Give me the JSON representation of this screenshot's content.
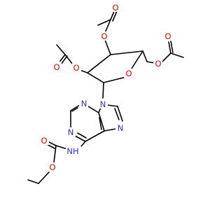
{
  "atom_labels": {
    "o_ester1_carbonyl": "O",
    "o_ester1_link": "O",
    "o_ester2_carbonyl": "O",
    "o_ester2_link": "O",
    "o_ester3_link": "O",
    "o_ester3_carbonyl": "O",
    "o_ring": "O",
    "n9": "N",
    "n3": "N",
    "n1": "N",
    "n7": "N",
    "nh": "NH",
    "o_carbamate_carbonyl": "O",
    "o_carbamate_link": "O"
  },
  "colors": {
    "bond": "#000000",
    "oxygen": "#e00000",
    "nitrogen": "#2f2fcf",
    "background": "#ffffff"
  }
}
